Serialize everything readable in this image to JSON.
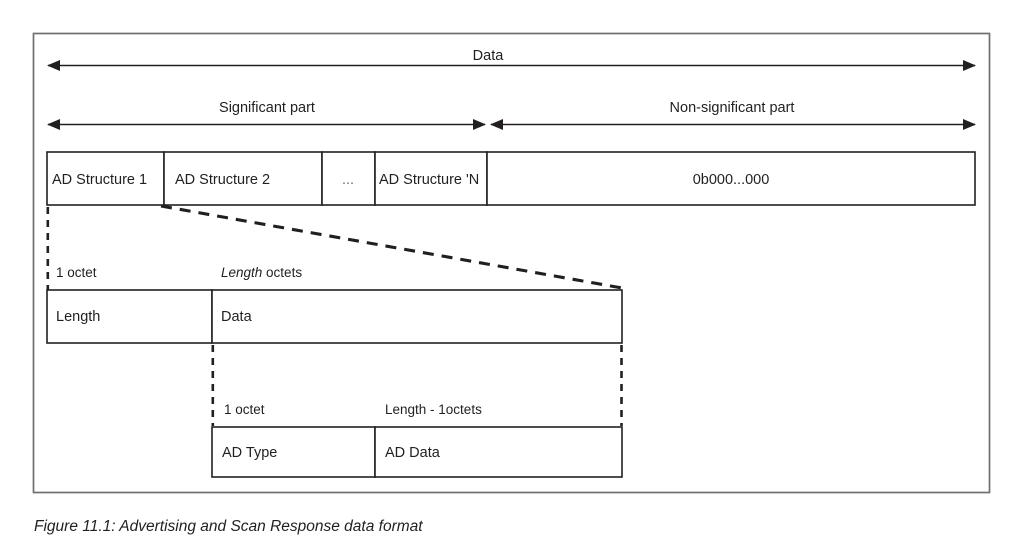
{
  "figure": {
    "caption": "Figure 11.1: Advertising and Scan Response data format",
    "frame_color": "#6f6f72",
    "line_color": "#231f20"
  },
  "dimensions": {
    "data": "Data",
    "significant": "Significant part",
    "non_significant": "Non-significant part",
    "one_octet_top": "1 octet",
    "length_octets_italic": "Length",
    "length_octets_rest": " octets",
    "one_octet_bottom": "1  octet",
    "length_minus_one": "Length - 1octets"
  },
  "row_structures": {
    "cells": [
      {
        "label": "AD Structure 1"
      },
      {
        "label": "AD Structure 2"
      },
      {
        "label": "..."
      },
      {
        "label": "AD Structure 'N"
      },
      {
        "label": "0b000...000"
      }
    ]
  },
  "row_adstructure": {
    "cells": [
      {
        "label": "Length"
      },
      {
        "label": "Data"
      }
    ]
  },
  "row_addata": {
    "cells": [
      {
        "label": "AD Type"
      },
      {
        "label": "AD Data"
      }
    ]
  }
}
